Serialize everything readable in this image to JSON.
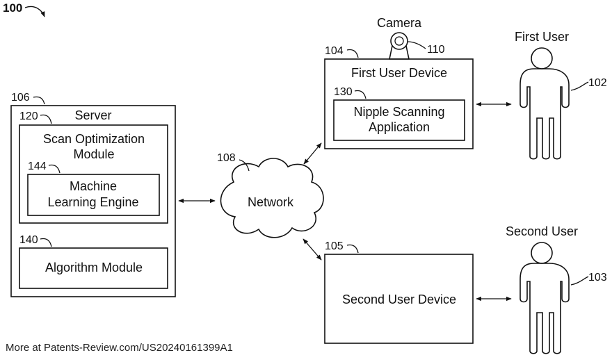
{
  "figure": {
    "number": "100"
  },
  "server": {
    "ref": "106",
    "label": "Server",
    "scan_module": {
      "ref": "120",
      "line1": "Scan Optimization",
      "line2": "Module"
    },
    "ml_engine": {
      "ref": "144",
      "line1": "Machine",
      "line2": "Learning Engine"
    },
    "algorithm_module": {
      "ref": "140",
      "label": "Algorithm Module"
    }
  },
  "network": {
    "ref": "108",
    "label": "Network"
  },
  "first_device": {
    "ref": "104",
    "label": "First User Device",
    "app": {
      "ref": "130",
      "line1": "Nipple Scanning",
      "line2": "Application"
    }
  },
  "camera": {
    "ref": "110",
    "label": "Camera"
  },
  "second_device": {
    "ref": "105",
    "label": "Second User Device"
  },
  "first_user": {
    "ref": "102",
    "label": "First User"
  },
  "second_user": {
    "ref": "103",
    "label": "Second User"
  },
  "footer": {
    "text": "More at Patents-Review.com/US20240161399A1"
  }
}
